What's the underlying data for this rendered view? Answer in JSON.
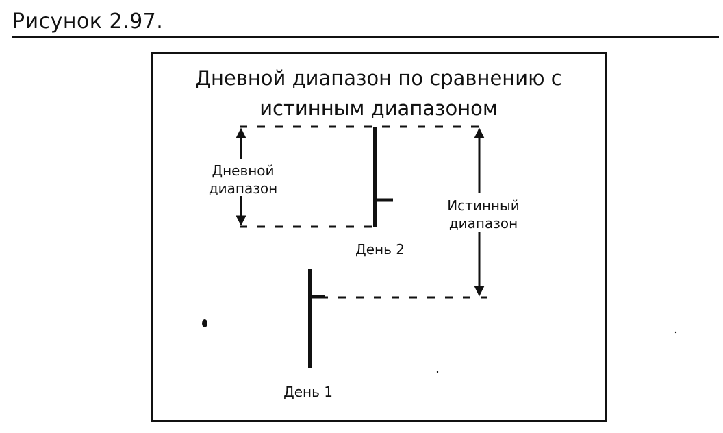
{
  "figure": {
    "caption": "Рисунок 2.97."
  },
  "diagram": {
    "title_line1": "Дневной диапазон по сравнению с",
    "title_line2": "истинным диапазоном",
    "daily_range_line1": "Дневной",
    "daily_range_line2": "диапазон",
    "true_range_line1": "Истинный",
    "true_range_line2": "диапазон",
    "day2_label": "День 2",
    "day1_label": "День 1"
  }
}
